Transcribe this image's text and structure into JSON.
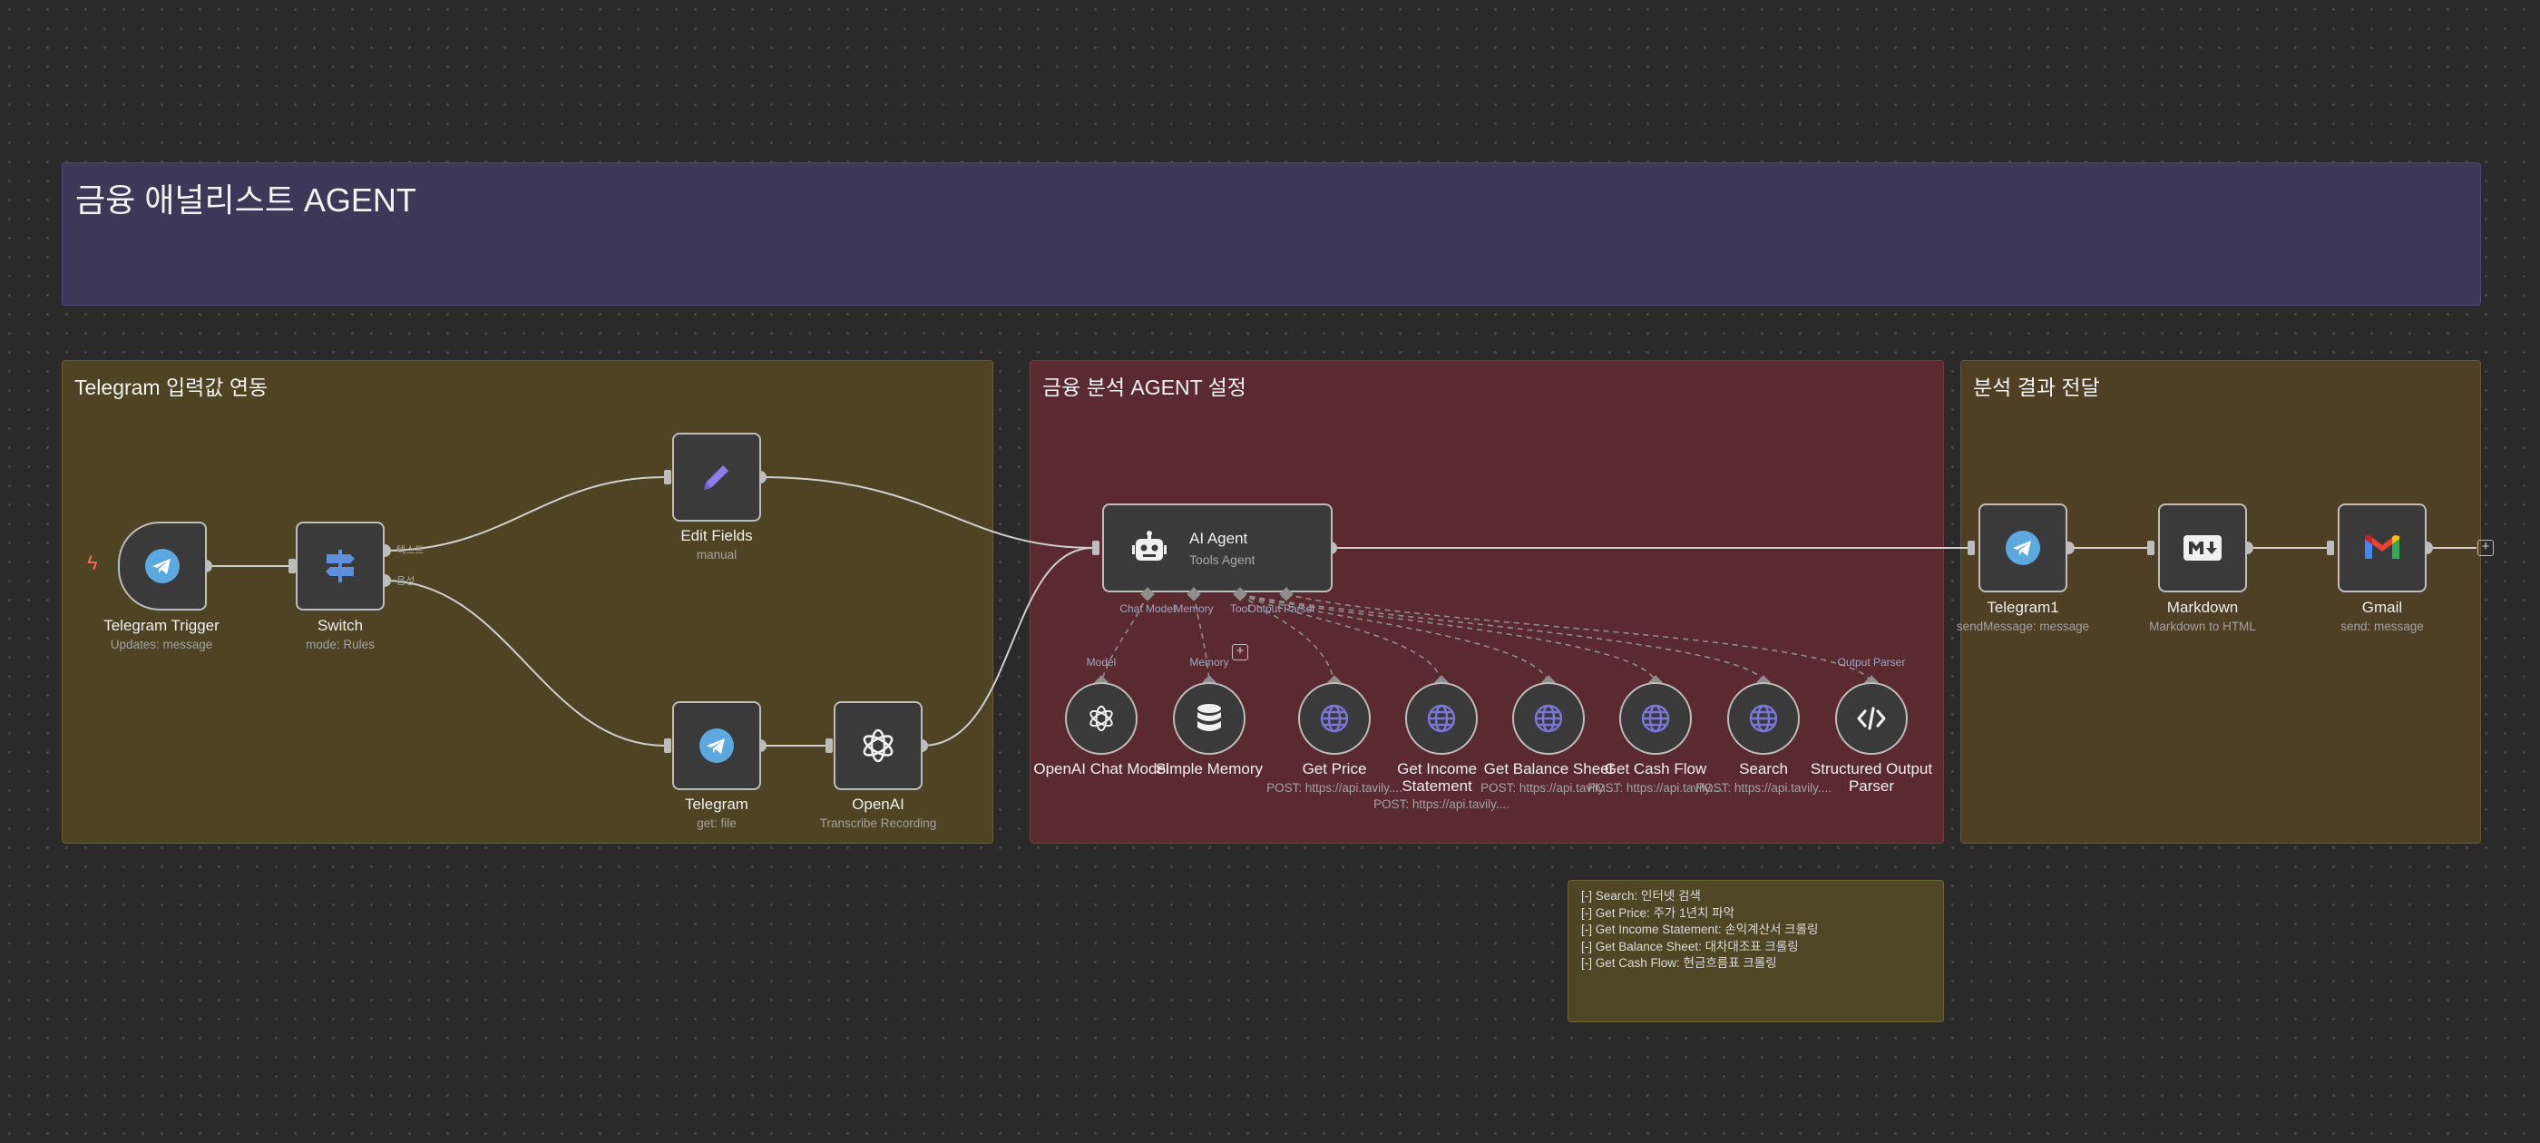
{
  "stickies": {
    "title": "금융 애널리스트 AGENT",
    "telegram_group": "Telegram 입력값 연동",
    "agent_group": "금융 분석 AGENT 설정",
    "result_group": "분석 결과 전달",
    "note_lines": [
      "[-] Search: 인터넷 검색",
      "[-] Get Price: 주가 1년치 파악",
      "[-] Get Income Statement: 손익계산서 크롤링",
      "[-] Get Balance Sheet: 대차대조표 크롤링",
      "[-] Get Cash Flow: 현금흐름표 크롤링"
    ]
  },
  "nodes": {
    "telegram_trigger": {
      "name": "Telegram Trigger",
      "subtitle": "Updates: message",
      "icon": "telegram-icon"
    },
    "switch": {
      "name": "Switch",
      "subtitle": "mode: Rules",
      "icon": "switch-icon",
      "output_1": "텍스트",
      "output_2": "음성"
    },
    "edit_fields": {
      "name": "Edit Fields",
      "subtitle": "manual",
      "icon": "pencil-icon"
    },
    "telegram_get": {
      "name": "Telegram",
      "subtitle": "get: file",
      "icon": "telegram-icon"
    },
    "openai": {
      "name": "OpenAI",
      "subtitle": "Transcribe Recording",
      "icon": "openai-icon"
    },
    "ai_agent": {
      "name": "AI Agent",
      "subtitle": "Tools Agent",
      "icon": "robot-icon",
      "ports": [
        "Chat Model",
        "Memory",
        "Tool",
        "Output Parser"
      ]
    },
    "chat_model": {
      "name": "OpenAI Chat Model",
      "port_label": "Model",
      "icon": "openai-icon"
    },
    "memory": {
      "name": "Simple Memory",
      "port_label": "Memory",
      "icon": "database-icon"
    },
    "get_price": {
      "name": "Get Price",
      "subtitle": "POST: https://api.tavily....",
      "icon": "globe-icon"
    },
    "get_income": {
      "name": "Get Income Statement",
      "subtitle": "POST: https://api.tavily....",
      "icon": "globe-icon"
    },
    "get_balance": {
      "name": "Get Balance Sheet",
      "subtitle": "POST: https://api.tavily....",
      "icon": "globe-icon"
    },
    "get_cash": {
      "name": "Get Cash Flow",
      "subtitle": "POST: https://api.tavily....",
      "icon": "globe-icon"
    },
    "search": {
      "name": "Search",
      "subtitle": "POST: https://api.tavily....",
      "icon": "globe-icon"
    },
    "parser": {
      "name": "Structured Output Parser",
      "port_label": "Output Parser",
      "icon": "code-icon"
    },
    "telegram1": {
      "name": "Telegram1",
      "subtitle": "sendMessage: message",
      "icon": "telegram-icon"
    },
    "markdown": {
      "name": "Markdown",
      "subtitle": "Markdown to HTML",
      "icon": "markdown-icon"
    },
    "gmail": {
      "name": "Gmail",
      "subtitle": "send: message",
      "icon": "gmail-icon"
    }
  },
  "colors": {
    "telegram": "#5ca9e0",
    "switch": "#5f8fdc",
    "pencil": "#8c7ce8",
    "globe": "#7b76d8",
    "trigger_bolt": "#ff6d5a",
    "tiny_label": "#9ea8c4"
  }
}
